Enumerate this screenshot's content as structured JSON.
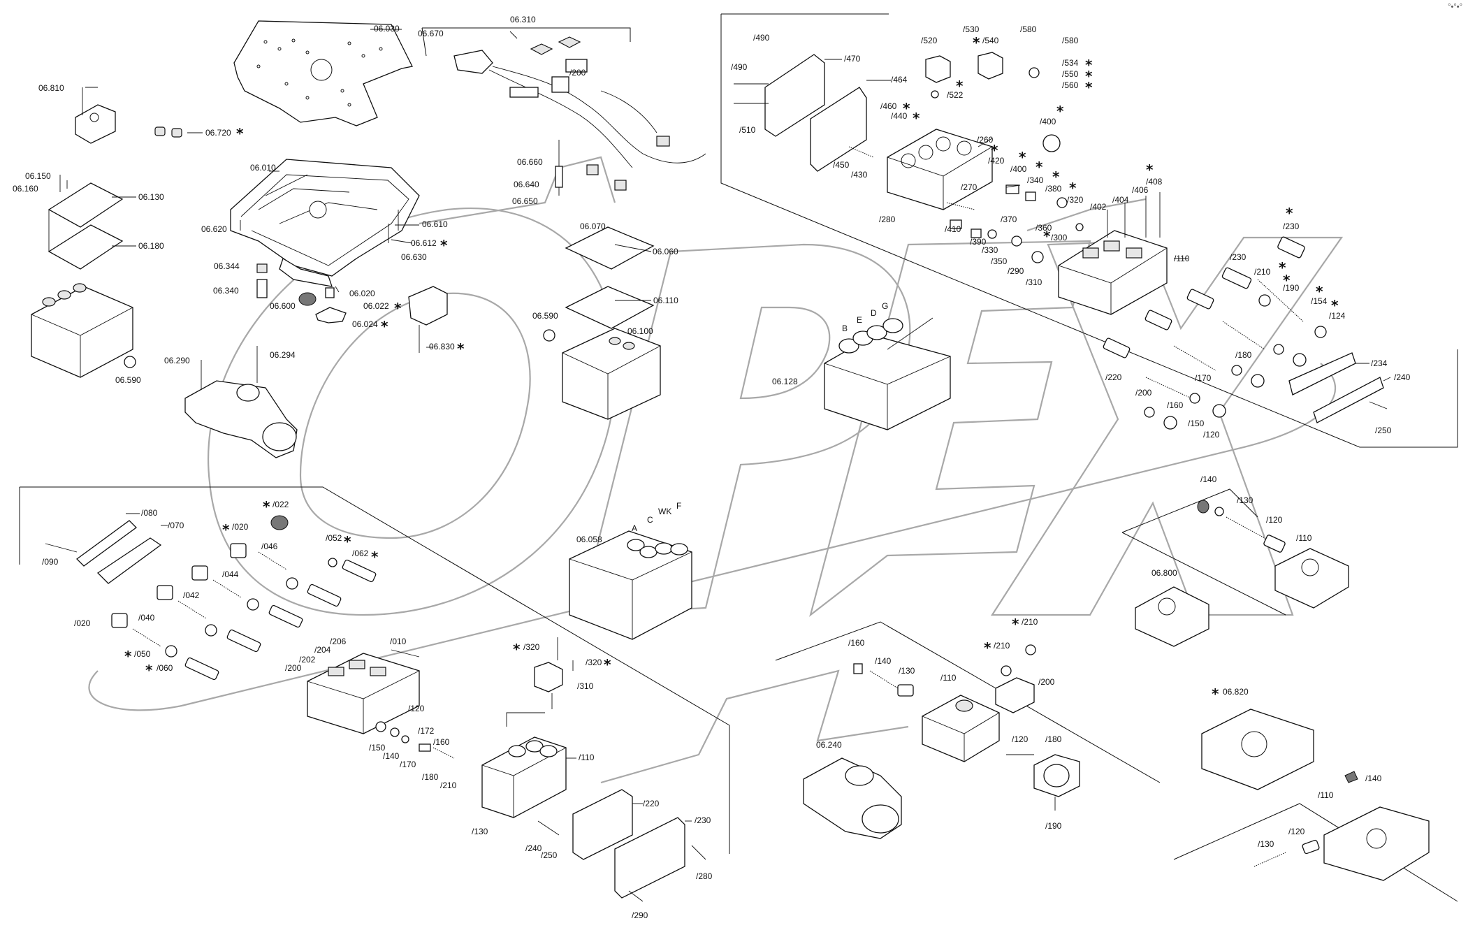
{
  "watermark": {
    "text": "OPEX"
  },
  "corner_mark": "°•°•°",
  "labels": {
    "l06030": "06.030",
    "l06310": "06.310",
    "l06670": "06.670",
    "l200a": "/200",
    "l06810": "06.810",
    "l06720": "06.720",
    "l06150": "06.150",
    "l06160": "06.160",
    "l06130": "06.130",
    "l06180": "06.180",
    "l06590a": "06.590",
    "l06010": "06.010",
    "l06620": "06.620",
    "l06610": "06.610",
    "l06612": "06.612",
    "l06630": "06.630",
    "l06344": "06.344",
    "l06340": "06.340",
    "l06600": "06.600",
    "l06020": "06.020",
    "l06022": "06.022",
    "l06024": "06.024",
    "l06830": "06.830",
    "l06290": "06.290",
    "l06294": "06.294",
    "l06660": "06.660",
    "l06640": "06.640",
    "l06650": "06.650",
    "l06070": "06.070",
    "l06060": "06.060",
    "l06110": "06.110",
    "l06590b": "06.590",
    "l06100": "06.100",
    "r490a": "/490",
    "r490b": "/490",
    "r470": "/470",
    "r464": "/464",
    "r510": "/510",
    "r520": "/520",
    "r530": "/530",
    "r540": "/540",
    "r580a": "/580",
    "r580b": "/580",
    "r534": "/534",
    "r550": "/550",
    "r560": "/560",
    "r522": "/522",
    "r460": "/460",
    "r440": "/440",
    "r400a": "/400",
    "r260": "/260",
    "r450": "/450",
    "r430": "/430",
    "r420": "/420",
    "r270": "/270",
    "r400b": "/400",
    "r340": "/340",
    "r380a": "/380",
    "r320": "/320",
    "r280": "/280",
    "r410": "/410",
    "r390": "/390",
    "r370": "/370",
    "r360": "/360",
    "r330": "/330",
    "r350": "/350",
    "r300": "/300",
    "r290": "/290",
    "r310": "/310",
    "r402": "/402",
    "r404": "/404",
    "r406": "/406",
    "r408": "/408",
    "r110": "/110",
    "r230a": "/230",
    "r230b": "/230",
    "r210": "/210",
    "r190": "/190",
    "r154": "/154",
    "r124": "/124",
    "r180": "/180",
    "r170": "/170",
    "r220": "/220",
    "r200": "/200",
    "r160": "/160",
    "r150": "/150",
    "r120": "/120",
    "r234": "/234",
    "r240": "/240",
    "r250": "/250",
    "r06128": "06.128",
    "cB": "B",
    "cE": "E",
    "cD": "D",
    "cG": "G",
    "b080": "/080",
    "b070": "/070",
    "b090": "/090",
    "b020a": "/020",
    "b022": "/022",
    "b046": "/046",
    "b052": "/052",
    "b062": "/062",
    "b044": "/044",
    "b042": "/042",
    "b040": "/040",
    "b020b": "/020",
    "b050": "/050",
    "b060": "/060",
    "b206": "/206",
    "b204": "/204",
    "b202": "/202",
    "b200": "/200",
    "b010": "/010",
    "b120": "/120",
    "b150": "/150",
    "b140": "/140",
    "b172": "/172",
    "b160": "/160",
    "b170": "/170",
    "b180": "/180",
    "b210": "/210",
    "m06058": "06.058",
    "mA": "A",
    "mC": "C",
    "mWK": "WK",
    "mF": "F",
    "m320a": "/320",
    "m320b": "/320",
    "m310": "/310",
    "m110": "/110",
    "m130": "/130",
    "m240": "/240",
    "m250": "/250",
    "m220": "/220",
    "m230": "/230",
    "m280": "/280",
    "m290": "/290",
    "s160": "/160",
    "s140": "/140",
    "s130": "/130",
    "s110": "/110",
    "s210a": "/210",
    "s210b": "/210",
    "s200": "/200",
    "s120": "/120",
    "s180": "/180",
    "s190": "/190",
    "s06240": "06.240",
    "e140": "/140",
    "e130": "/130",
    "e120": "/120",
    "e110": "/110",
    "e06800": "06.800",
    "f06820": "06.820",
    "f140": "/140",
    "f110": "/110",
    "f120": "/120",
    "f130": "/130"
  }
}
